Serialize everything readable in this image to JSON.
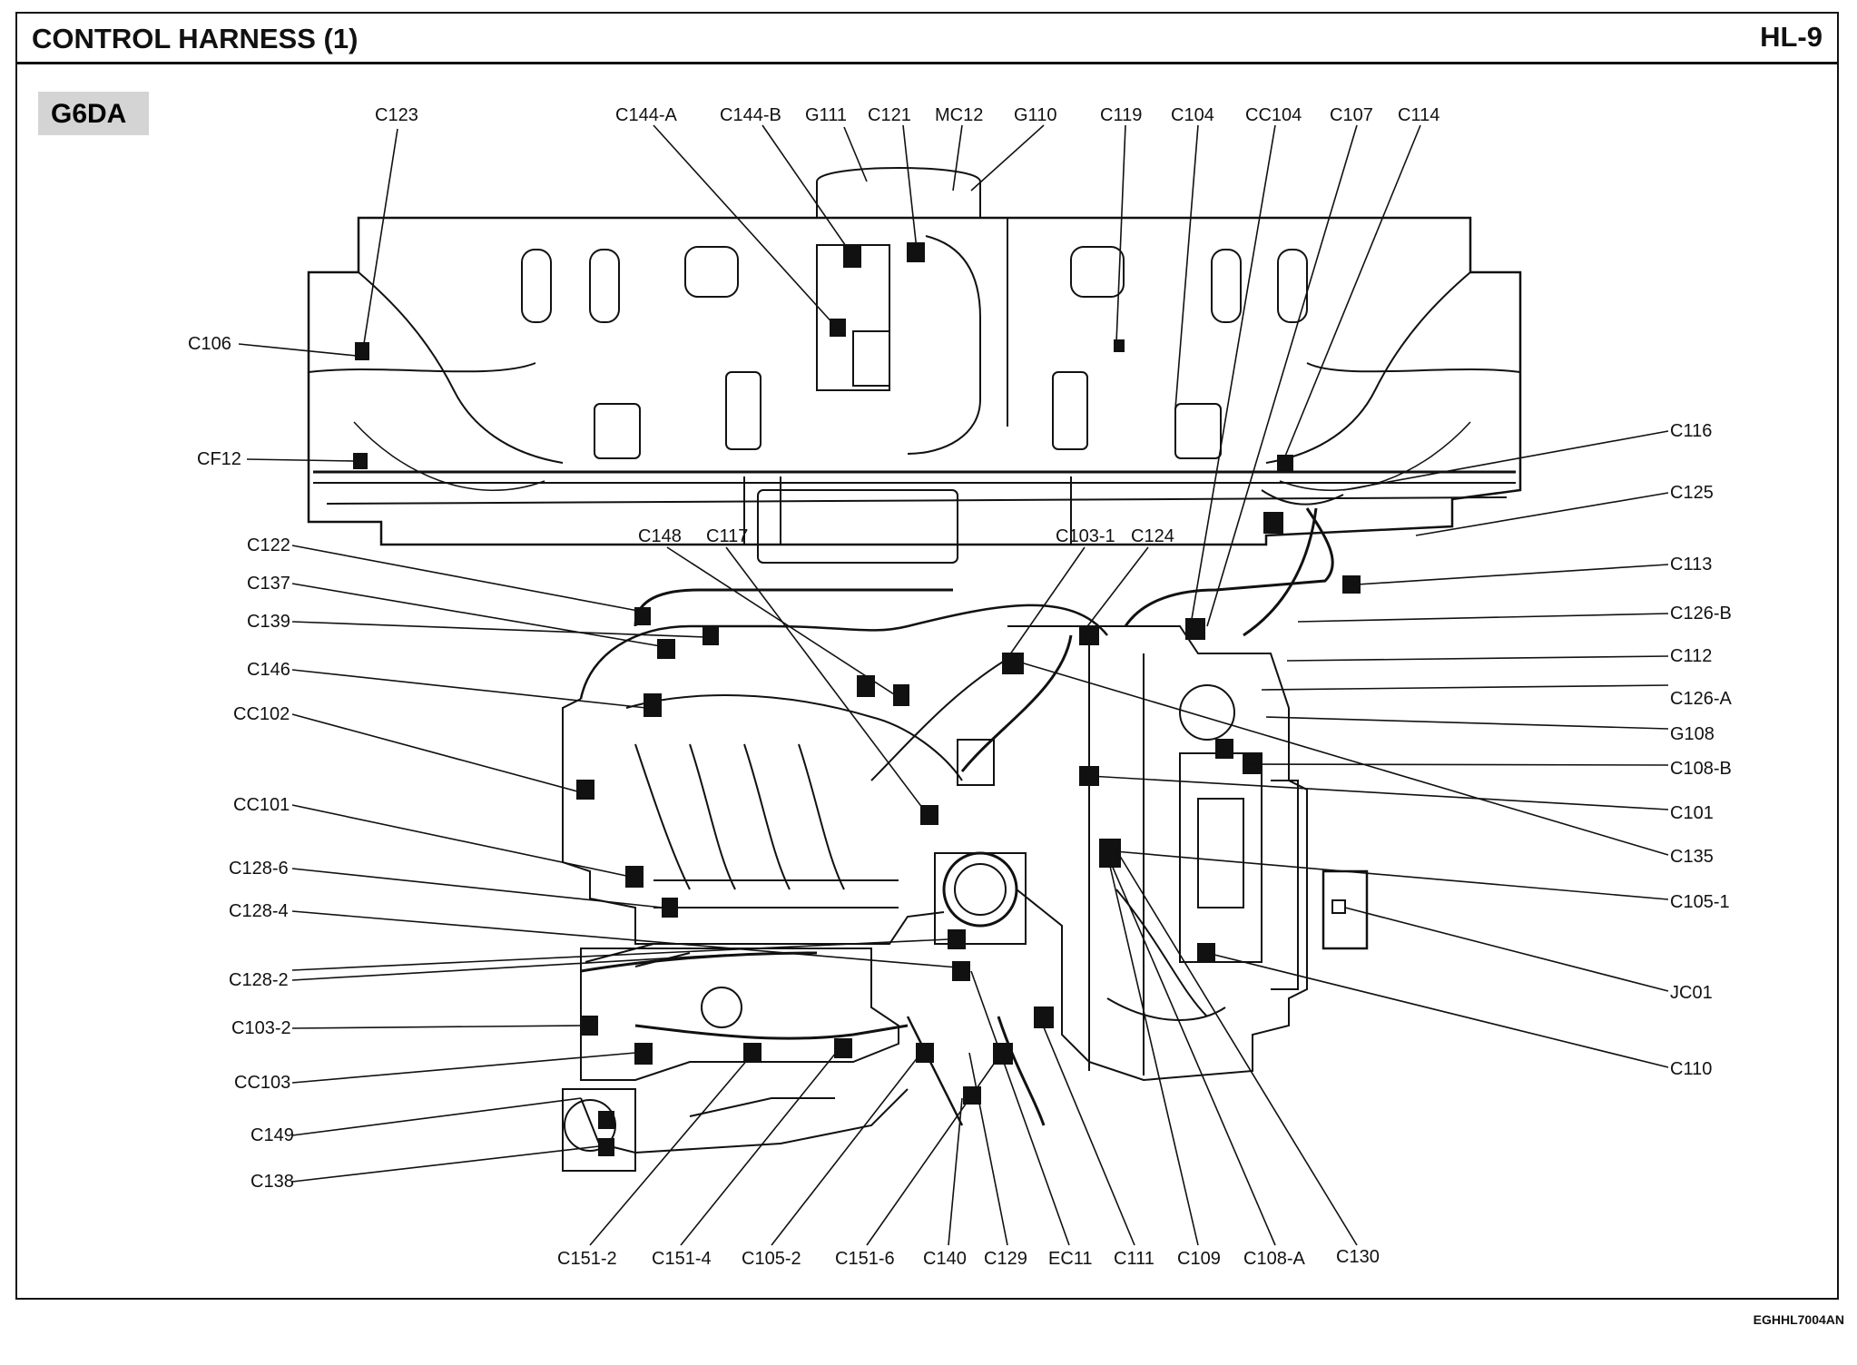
{
  "header": {
    "title": "CONTROL HARNESS (1)",
    "page": "HL-9"
  },
  "engine_badge": "G6DA",
  "footer_code": "EGHHL7004AN",
  "labels": {
    "top": [
      "C123",
      "C144-A",
      "C144-B",
      "G111",
      "C121",
      "MC12",
      "G110",
      "C119",
      "C104",
      "CC104",
      "C107",
      "C114"
    ],
    "left": [
      "C106",
      "CF12",
      "C122",
      "C137",
      "C139",
      "C146",
      "CC102",
      "CC101",
      "C128-6",
      "C128-4",
      "C128-2",
      "C103-2",
      "CC103",
      "C149",
      "C138"
    ],
    "mid": [
      "C148",
      "C117",
      "C103-1",
      "C124"
    ],
    "right": [
      "C116",
      "C125",
      "C113",
      "C126-B",
      "C112",
      "C126-A",
      "G108",
      "C108-B",
      "C101",
      "C135",
      "C105-1",
      "JC01",
      "C110"
    ],
    "bottom": [
      "C151-2",
      "C151-4",
      "C105-2",
      "C151-6",
      "C140",
      "C129",
      "EC11",
      "C111",
      "C109",
      "C108-A",
      "C130"
    ]
  }
}
